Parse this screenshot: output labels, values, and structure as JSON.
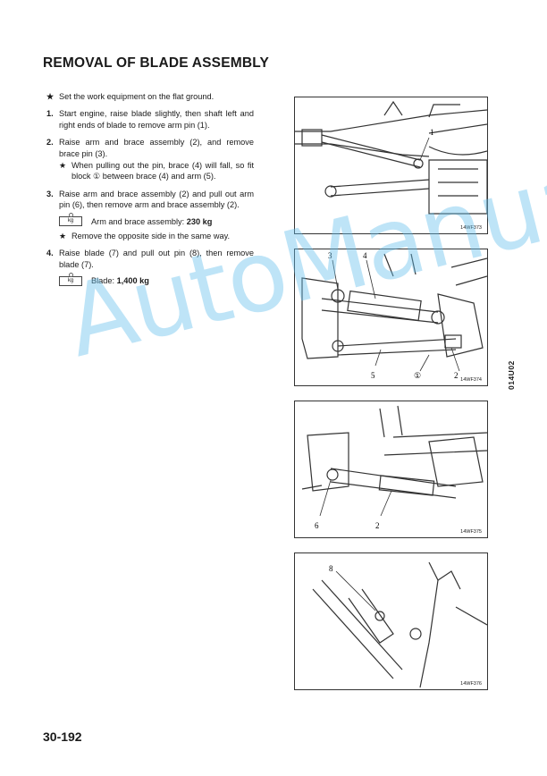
{
  "title": "REMOVAL OF BLADE ASSEMBLY",
  "intro": {
    "bullet": "★",
    "text": "Set the work equipment on the flat ground."
  },
  "steps": [
    {
      "num": "1.",
      "text": "Start engine, raise blade slightly, then shaft left and right ends of blade to remove arm pin (1)."
    },
    {
      "num": "2.",
      "text": "Raise arm and brace assembly (2), and remove brace pin (3).",
      "note": {
        "bullet": "★",
        "text": "When pulling out the pin, brace (4) will fall, so fit block ① between brace (4) and arm (5)."
      }
    },
    {
      "num": "3.",
      "text": "Raise arm and brace assembly (2) and pull out arm pin (6), then remove arm and brace assembly (2).",
      "weight": {
        "icon_text": "kg",
        "label": "Arm and brace assembly:",
        "value": "230 kg"
      },
      "note": {
        "bullet": "★",
        "text": "Remove the opposite side in the same way."
      }
    },
    {
      "num": "4.",
      "text": "Raise blade (7) and pull out pin (8), then remove blade (7).",
      "weight": {
        "icon_text": "kg",
        "label": "Blade:",
        "value": "1,400 kg"
      }
    }
  ],
  "figures": [
    {
      "label": "14WF373",
      "callouts": [
        "1"
      ]
    },
    {
      "label": "14WF374",
      "callouts": [
        "3",
        "4",
        "5",
        "①",
        "2"
      ]
    },
    {
      "label": "14WF375",
      "callouts": [
        "6",
        "2"
      ]
    },
    {
      "label": "14WF376",
      "callouts": [
        "8"
      ]
    }
  ],
  "side_code": "014U02",
  "page_number": "30-192",
  "watermark": "AutoManual"
}
